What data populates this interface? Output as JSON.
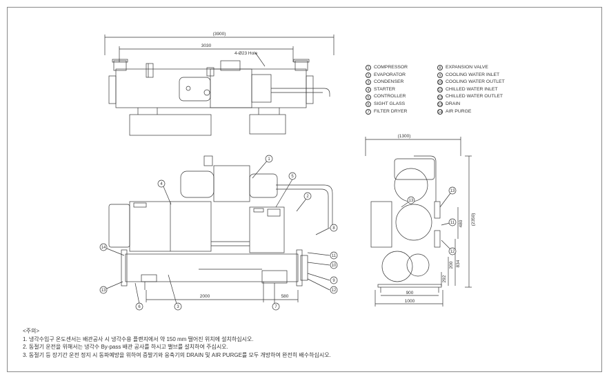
{
  "legend_left": [
    {
      "no": "1",
      "label": "COMPRESSOR"
    },
    {
      "no": "2",
      "label": "EVAPORATOR"
    },
    {
      "no": "3",
      "label": "CONDENSER"
    },
    {
      "no": "4",
      "label": "STARTER"
    },
    {
      "no": "5",
      "label": "CONTROLLER"
    },
    {
      "no": "6",
      "label": "SIGHT GLASS"
    },
    {
      "no": "7",
      "label": "FILTER DRYER"
    }
  ],
  "legend_right": [
    {
      "no": "8",
      "label": "EXPANSION VALVE"
    },
    {
      "no": "9",
      "label": "COOLING WATER INLET"
    },
    {
      "no": "10",
      "label": "COOLING WATER OUTLET"
    },
    {
      "no": "11",
      "label": "CHILLED WATER INLET"
    },
    {
      "no": "12",
      "label": "CHILLED WATER OUTLET"
    },
    {
      "no": "13",
      "label": "DRAIN"
    },
    {
      "no": "14",
      "label": "AIR PURGE"
    }
  ],
  "top_view": {
    "overall_dim": "(3900)",
    "inner_dim": "3030",
    "hole_label": "4-Ø23 Hole"
  },
  "front_view": {
    "dim_2000": "2000",
    "dim_580": "580",
    "callouts": [
      "1",
      "2",
      "3",
      "4",
      "5",
      "6",
      "7",
      "8",
      "9",
      "10",
      "11",
      "12",
      "13",
      "14"
    ]
  },
  "side_view": {
    "width_top": "(1300)",
    "width_900": "900",
    "width_1000": "1000",
    "height_total": "(2350)",
    "h_480": "480",
    "h_834": "834",
    "h_292": "292",
    "h_200": "200",
    "callouts": [
      "13",
      "11",
      "12",
      "13"
    ]
  },
  "notes": {
    "title": "<주의>",
    "items": [
      "1. 냉각수입구 온도센서는 배관공사 시 냉각수용 플랜지에서 약 150 mm 떨어진 위치에 설치하십시오.",
      "2. 동절기 운전을 위해서는 냉각수 By-pass 배관 공사를 하시고 밸브를 설치하여 주십시오.",
      "3. 동절기 등 장기간 운전 정지 시 동파예방을 위하여 증발기와 응축기의 DRAIN 및 AIR PURGE를 모두 개방하여 완전히 배수하십시오."
    ]
  }
}
